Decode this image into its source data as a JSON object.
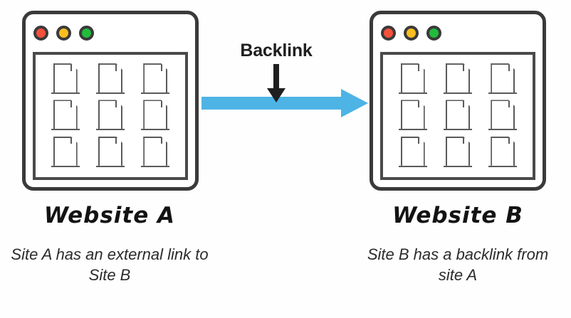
{
  "diagram": {
    "title": "Backlink",
    "background_color": "#fefefe"
  },
  "connector": {
    "label": "Backlink",
    "arrow_color": "#4db4e5",
    "pointer_color": "#1f1f1f",
    "direction": "left-to-right",
    "pointer_icon": "arrow-down-icon",
    "link_icon": "arrow-right-icon"
  },
  "nodes": [
    {
      "id": "website-a",
      "title": "Website A",
      "caption": "Site A has an external link to Site B",
      "window": {
        "dots": [
          {
            "name": "close-dot",
            "color": "#f4503c"
          },
          {
            "name": "minimize-dot",
            "color": "#fbbe21"
          },
          {
            "name": "maximize-dot",
            "color": "#22bc3c"
          }
        ],
        "document_count": 9,
        "frame_color": "#3a3a3a",
        "panel_color": "#4a4a4a",
        "document_color": "#5a5a5a"
      }
    },
    {
      "id": "website-b",
      "title": "Website B",
      "caption": "Site B has a backlink from site A",
      "window": {
        "dots": [
          {
            "name": "close-dot",
            "color": "#f4503c"
          },
          {
            "name": "minimize-dot",
            "color": "#fbbe21"
          },
          {
            "name": "maximize-dot",
            "color": "#22bc3c"
          }
        ],
        "document_count": 9,
        "frame_color": "#3a3a3a",
        "panel_color": "#4a4a4a",
        "document_color": "#5a5a5a"
      }
    }
  ]
}
